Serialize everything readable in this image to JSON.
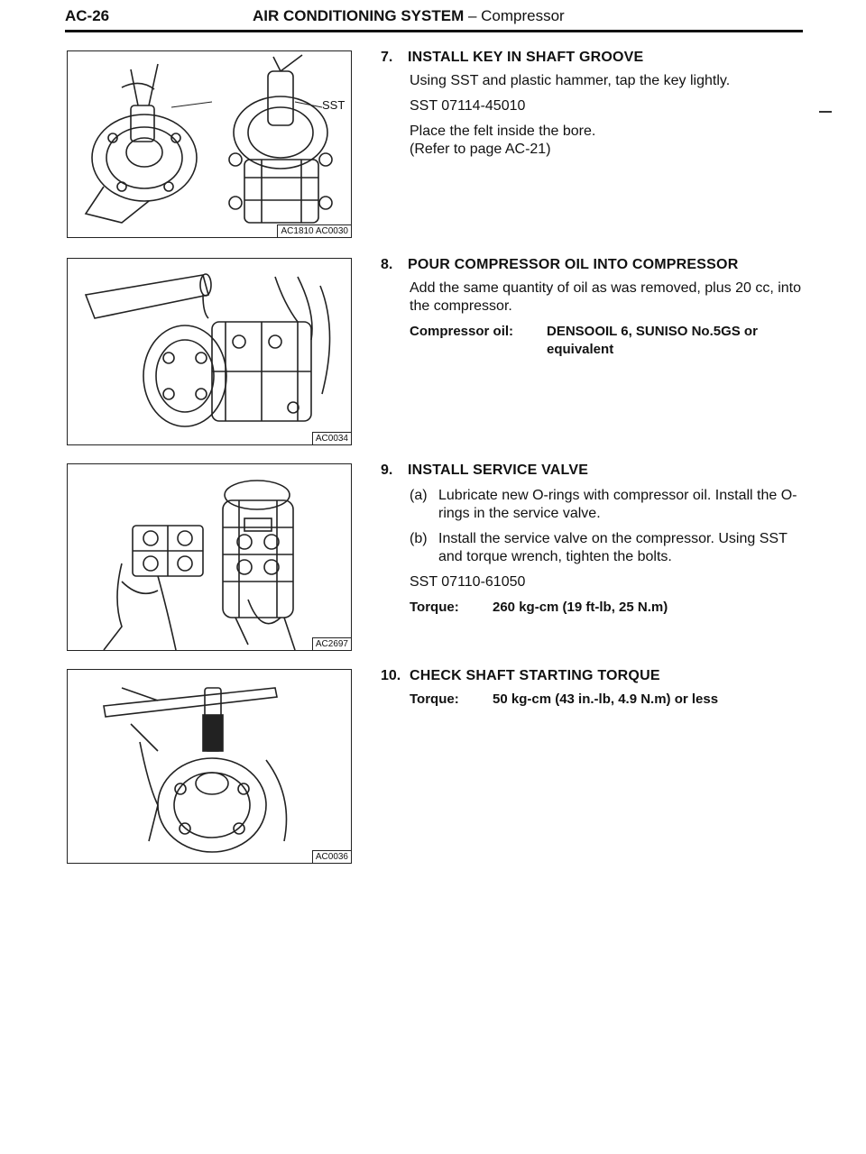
{
  "header": {
    "page_code": "AC-26",
    "section": "AIR CONDITIONING SYSTEM",
    "separator": " – ",
    "subsection": "Compressor"
  },
  "figures": [
    {
      "code": "AC1810 AC0030",
      "callout": "SST"
    },
    {
      "code": "AC0034"
    },
    {
      "code": "AC2697"
    },
    {
      "code": "AC0036"
    }
  ],
  "steps": [
    {
      "number": "7.",
      "title": "INSTALL KEY IN SHAFT GROOVE",
      "lines": [
        "Using SST and plastic hammer, tap the key lightly.",
        "SST 07114-45010",
        "Place the felt inside the bore.",
        "(Refer to page AC-21)"
      ]
    },
    {
      "number": "8.",
      "title": "POUR COMPRESSOR OIL INTO COMPRESSOR",
      "text": "Add the same quantity of oil as was removed, plus 20 cc, into the compressor.",
      "spec_label": "Compressor oil:",
      "spec_value": "DENSOOIL 6, SUNISO No.5GS or equivalent"
    },
    {
      "number": "9.",
      "title": "INSTALL SERVICE VALVE",
      "subs": [
        {
          "index": "(a)",
          "text": "Lubricate new O-rings with compressor oil. Install the O-rings in the service valve."
        },
        {
          "index": "(b)",
          "text": "Install the service valve on the compressor. Using SST and torque wrench, tighten the bolts."
        }
      ],
      "sst": "SST 07110-61050",
      "spec_label": "Torque:",
      "spec_value": "260 kg-cm (19 ft-lb, 25 N.m)"
    },
    {
      "number": "10.",
      "title": "CHECK SHAFT STARTING TORQUE",
      "spec_label": "Torque:",
      "spec_value": "50 kg-cm (43 in.-lb, 4.9 N.m) or less"
    }
  ]
}
